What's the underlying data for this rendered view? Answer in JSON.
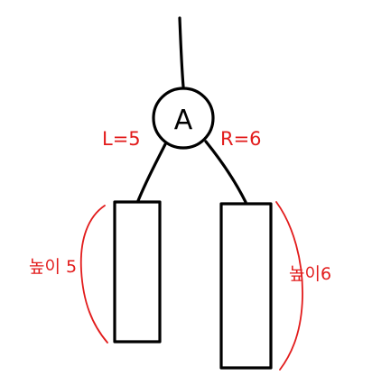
{
  "node": {
    "label": "A",
    "left_annotation": "L=5",
    "right_annotation": "R=6"
  },
  "left_subtree": {
    "height_label": "높이 5"
  },
  "right_subtree": {
    "height_label": "높이6"
  },
  "colors": {
    "ink": "#000000",
    "annotation": "#e21b1b",
    "background": "#ffffff"
  }
}
